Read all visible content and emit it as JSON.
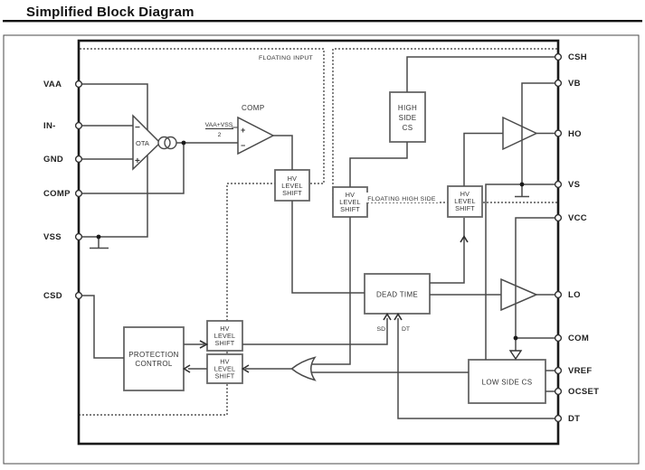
{
  "title": "Simplified Block Diagram",
  "palette": {
    "wire": "#4a4a4a",
    "block_border": "#666666",
    "chip_border": "#1a1a1a",
    "text": "#222222",
    "background": "#ffffff"
  },
  "regions": {
    "floating_input": "FLOATING INPUT",
    "floating_high_side": "FLOATING HIGH SIDE"
  },
  "pins": {
    "left": [
      "VAA",
      "IN-",
      "GND",
      "COMP",
      "VSS",
      "CSD"
    ],
    "right": [
      "CSH",
      "VB",
      "HO",
      "VS",
      "VCC",
      "LO",
      "COM",
      "VREF",
      "OCSET",
      "DT"
    ]
  },
  "blocks": {
    "hv_level_shift": [
      "HV",
      "LEVEL",
      "SHIFT"
    ],
    "high_side_cs": [
      "HIGH",
      "SIDE",
      "CS"
    ],
    "dead_time": "DEAD TIME",
    "protection_control": [
      "PROTECTION",
      "CONTROL"
    ],
    "low_side_cs": "LOW SIDE CS"
  },
  "amplifiers": {
    "ota": "OTA",
    "comp": "COMP"
  },
  "reference": {
    "numerator": "VAA+VSS",
    "denominator": "2"
  },
  "signals": {
    "sd": "SD",
    "dt": "DT"
  },
  "polarity": {
    "plus": "+",
    "minus": "−"
  }
}
